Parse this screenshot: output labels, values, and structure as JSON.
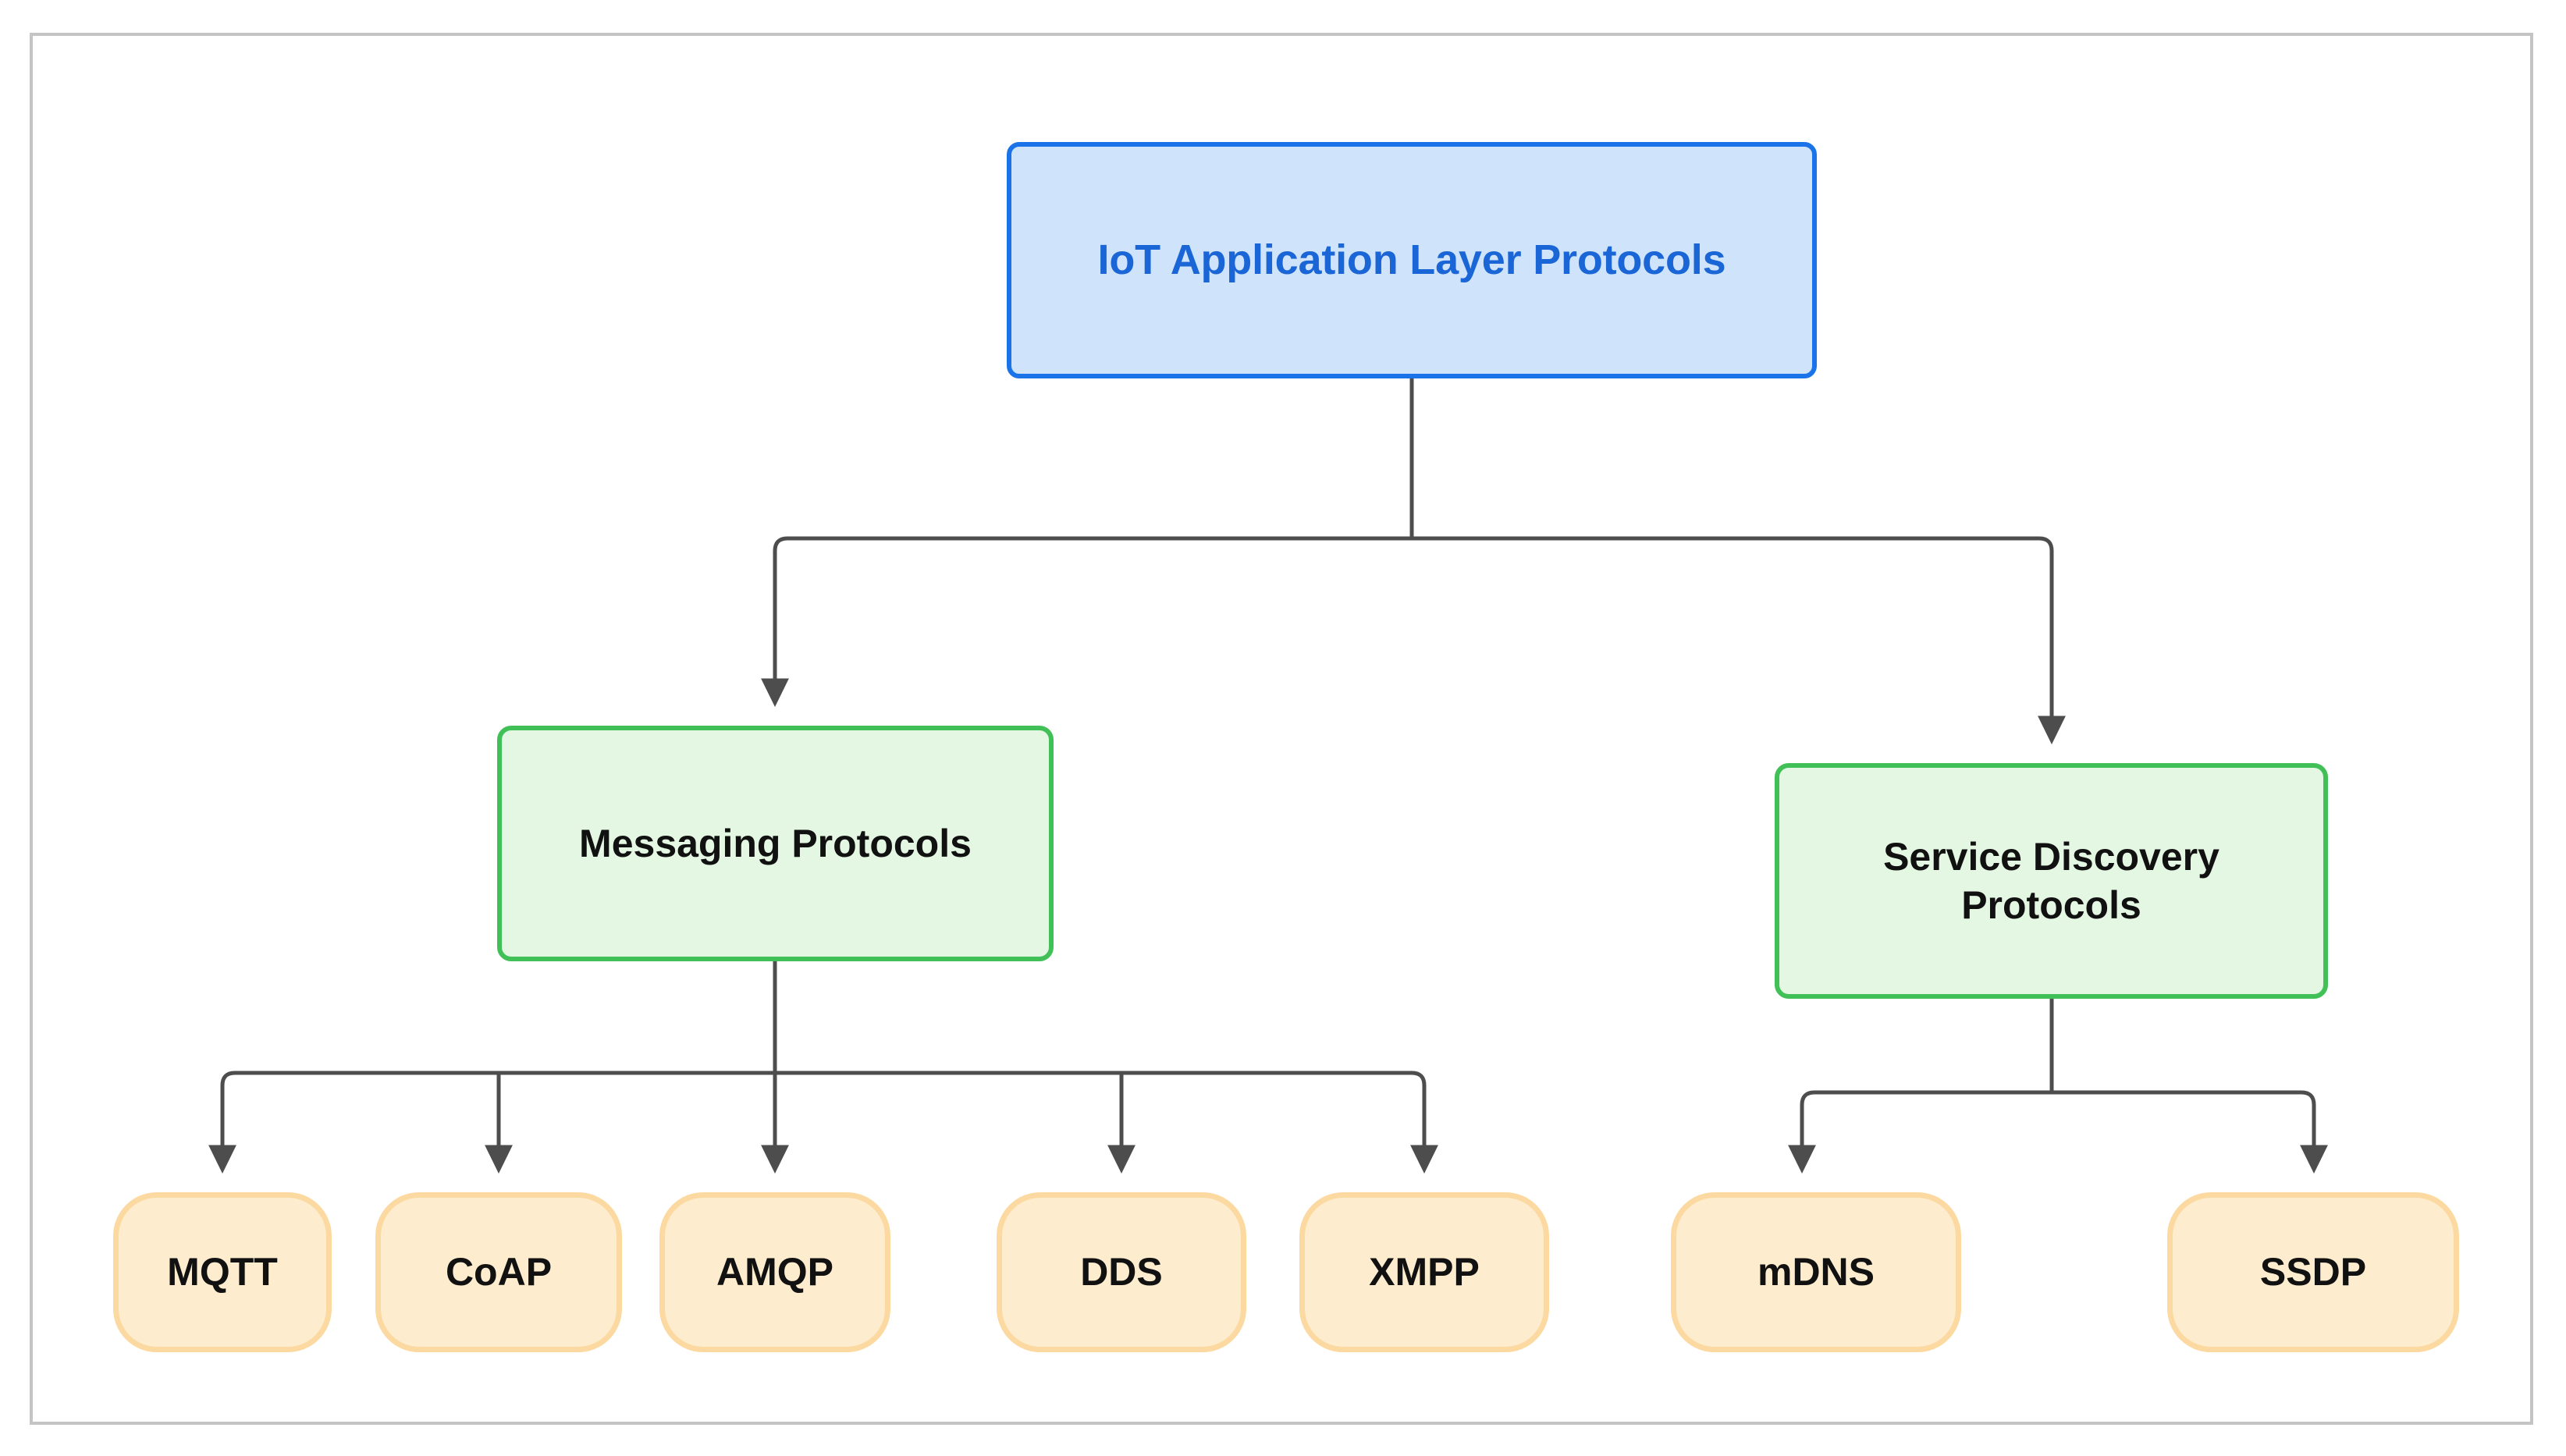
{
  "diagram": {
    "type": "flowchart",
    "orientation": "top-down",
    "title": "IoT Application Layer Protocols",
    "frame_color": "#c4c4c4",
    "background": "#ffffff",
    "edge_color": "#4d4d4d",
    "levels": 3,
    "nodes": {
      "root": {
        "id": "root",
        "label": "IoT Application Layer Protocols",
        "shape": "rounded-rect",
        "fill": "#cfe3fb",
        "stroke": "#1a73e8",
        "text_color": "#1a66d6"
      },
      "categories": [
        {
          "id": "messaging",
          "label": "Messaging Protocols",
          "shape": "rounded-rect",
          "fill": "#e3f7e3",
          "stroke": "#40c057",
          "text_color": "#111111"
        },
        {
          "id": "discovery",
          "label": "Service Discovery\nProtocols",
          "shape": "rounded-rect",
          "fill": "#e3f7e3",
          "stroke": "#40c057",
          "text_color": "#111111"
        }
      ],
      "leaves": [
        {
          "id": "mqtt",
          "label": "MQTT",
          "parent": "messaging",
          "shape": "stadium",
          "fill": "#fdeccd",
          "stroke": "#fcd9a0"
        },
        {
          "id": "coap",
          "label": "CoAP",
          "parent": "messaging",
          "shape": "stadium",
          "fill": "#fdeccd",
          "stroke": "#fcd9a0"
        },
        {
          "id": "amqp",
          "label": "AMQP",
          "parent": "messaging",
          "shape": "stadium",
          "fill": "#fdeccd",
          "stroke": "#fcd9a0"
        },
        {
          "id": "dds",
          "label": "DDS",
          "parent": "messaging",
          "shape": "stadium",
          "fill": "#fdeccd",
          "stroke": "#fcd9a0"
        },
        {
          "id": "xmpp",
          "label": "XMPP",
          "parent": "messaging",
          "shape": "stadium",
          "fill": "#fdeccd",
          "stroke": "#fcd9a0"
        },
        {
          "id": "mdns",
          "label": "mDNS",
          "parent": "discovery",
          "shape": "stadium",
          "fill": "#fdeccd",
          "stroke": "#fcd9a0"
        },
        {
          "id": "ssdp",
          "label": "SSDP",
          "parent": "discovery",
          "shape": "stadium",
          "fill": "#fdeccd",
          "stroke": "#fcd9a0"
        }
      ]
    },
    "edges": [
      {
        "from": "root",
        "to": "messaging"
      },
      {
        "from": "root",
        "to": "discovery"
      },
      {
        "from": "messaging",
        "to": "mqtt"
      },
      {
        "from": "messaging",
        "to": "coap"
      },
      {
        "from": "messaging",
        "to": "amqp"
      },
      {
        "from": "messaging",
        "to": "dds"
      },
      {
        "from": "messaging",
        "to": "xmpp"
      },
      {
        "from": "discovery",
        "to": "mdns"
      },
      {
        "from": "discovery",
        "to": "ssdp"
      }
    ]
  }
}
